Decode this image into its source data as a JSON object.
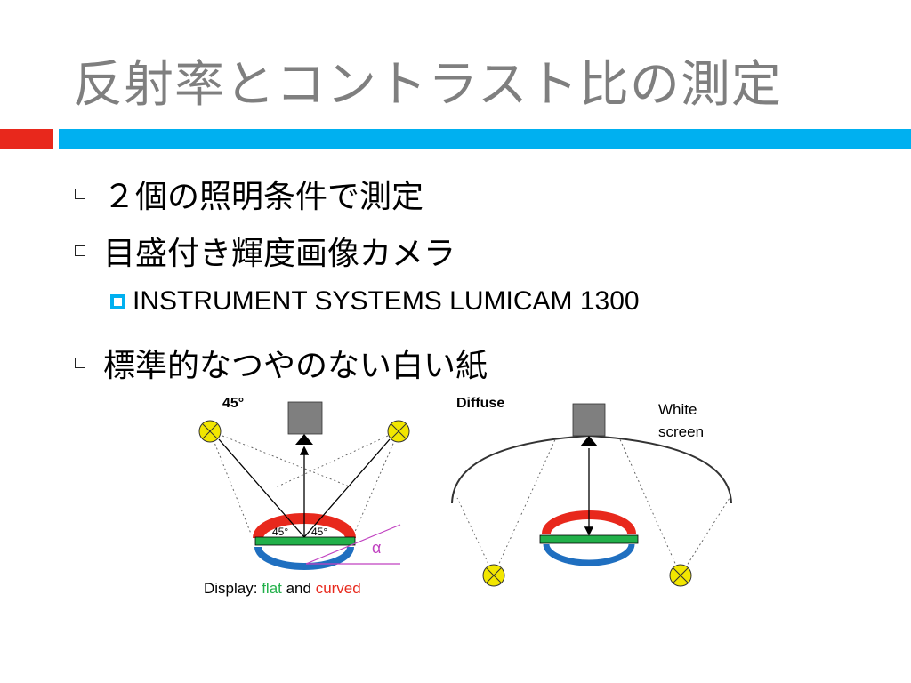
{
  "slide": {
    "title": "反射率とコントラスト比の測定",
    "colors": {
      "title": "#7f7f7f",
      "accent_red": "#e8281c",
      "accent_blue": "#00b0f0"
    }
  },
  "bullets": [
    {
      "text": "２個の照明条件で測定"
    },
    {
      "text": "目盛付き輝度画像カメラ"
    },
    {
      "text": "INSTRUMENT SYSTEMS LUMICAM 1300"
    },
    {
      "text": "標準的なつやのない白い紙"
    }
  ],
  "figure": {
    "left": {
      "label": "45°",
      "angle_left": "45°",
      "angle_right": "45°",
      "alpha": "α",
      "caption": {
        "part1": "Display: ",
        "flat": "flat",
        "part2": " and ",
        "curved": "curved"
      }
    },
    "right": {
      "label": "Diffuse",
      "screen_line1": "White",
      "screen_line2": "screen"
    },
    "colors": {
      "red": "#e8281c",
      "green": "#22b04a",
      "blue": "#1f6fc0",
      "lamp": "#f2e600",
      "camera": "#7f7f7f",
      "flat_text": "#22b04a",
      "curved_text": "#e8281c",
      "alpha_line": "#c040c0"
    }
  }
}
